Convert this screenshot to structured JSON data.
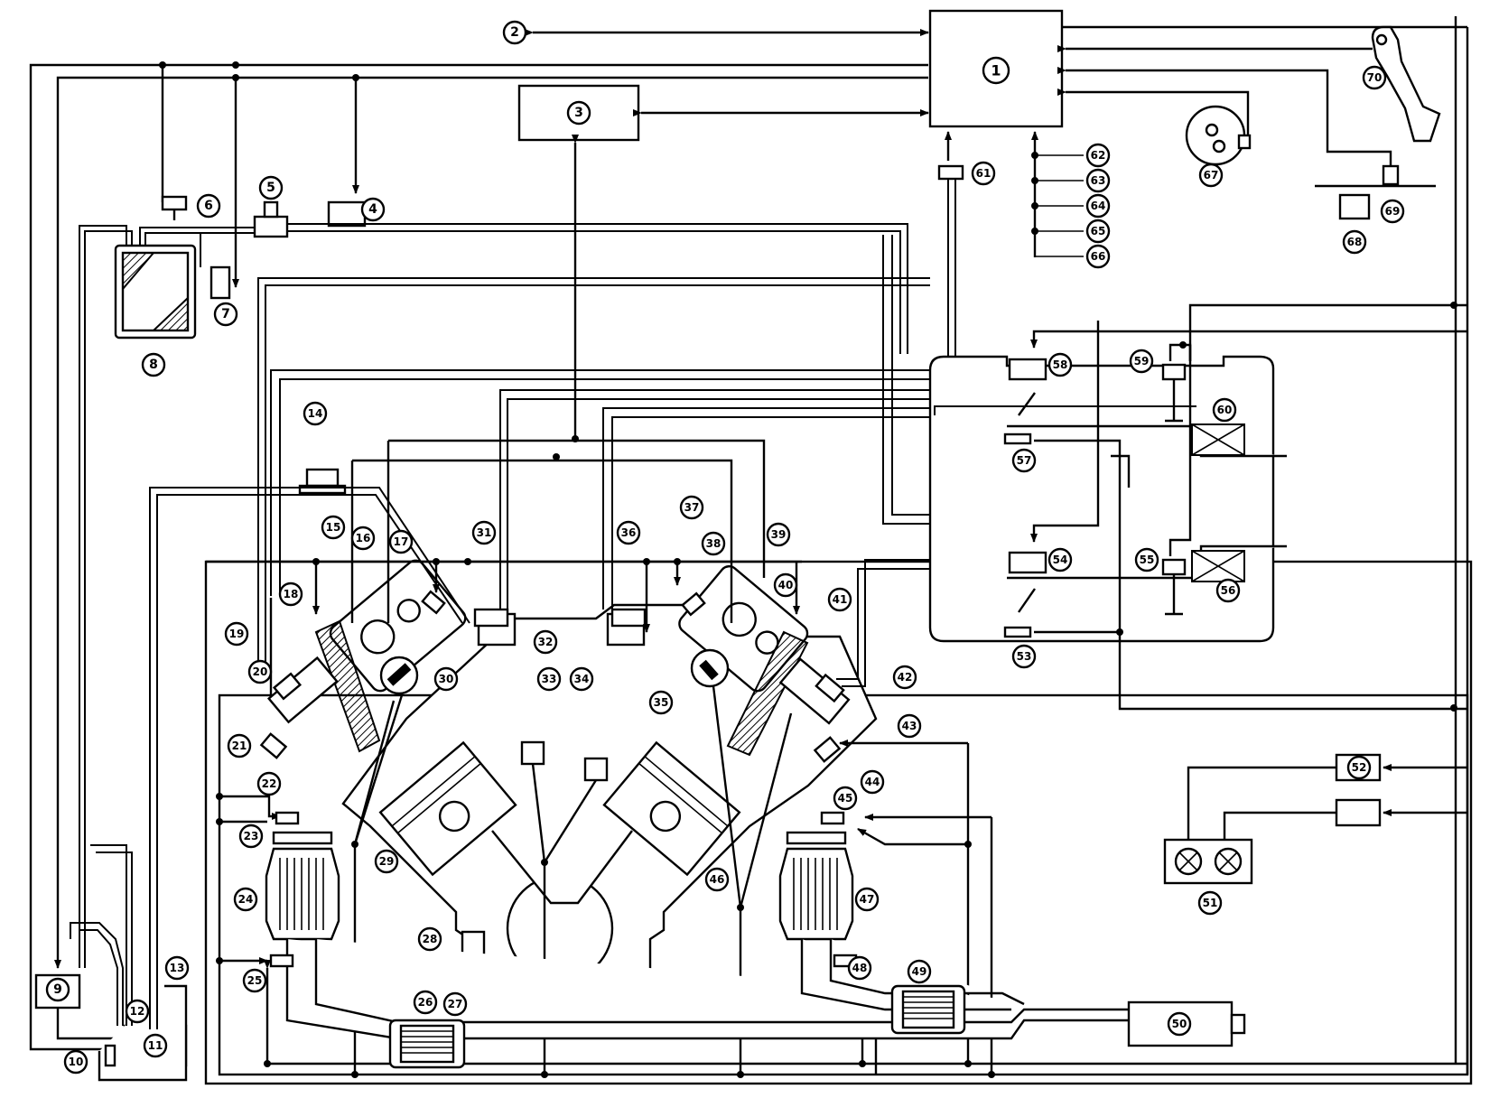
{
  "diagram": {
    "labels": [
      "1",
      "2",
      "3",
      "4",
      "5",
      "6",
      "7",
      "8",
      "9",
      "10",
      "11",
      "12",
      "13",
      "14",
      "15",
      "16",
      "17",
      "18",
      "19",
      "20",
      "21",
      "22",
      "23",
      "24",
      "25",
      "26",
      "27",
      "28",
      "29",
      "30",
      "31",
      "32",
      "33",
      "34",
      "35",
      "36",
      "37",
      "38",
      "39",
      "40",
      "41",
      "42",
      "43",
      "44",
      "45",
      "46",
      "47",
      "48",
      "49",
      "50",
      "51",
      "52",
      "53",
      "54",
      "55",
      "56",
      "57",
      "58",
      "59",
      "60",
      "61",
      "62",
      "63",
      "64",
      "65",
      "66",
      "67",
      "68",
      "69",
      "70"
    ]
  }
}
